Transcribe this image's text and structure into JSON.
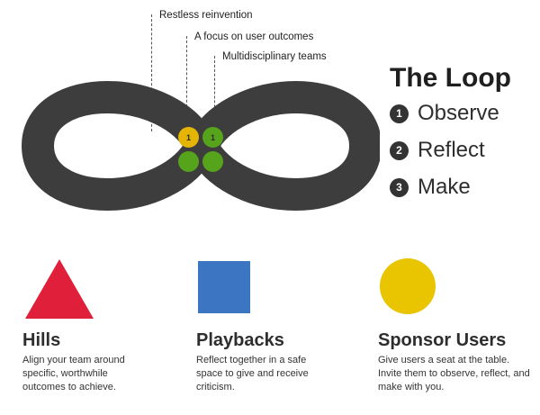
{
  "annotations": [
    {
      "label": "Restless reinvention"
    },
    {
      "label": "A focus on user outcomes"
    },
    {
      "label": "Multidisciplinary teams"
    }
  ],
  "loop": {
    "title": "The Loop",
    "steps": [
      {
        "num": "1",
        "label": "Observe"
      },
      {
        "num": "2",
        "label": "Reflect"
      },
      {
        "num": "3",
        "label": "Make"
      }
    ],
    "dots": [
      {
        "mark": "1"
      },
      {
        "mark": "1"
      },
      {
        "mark": ""
      },
      {
        "mark": ""
      }
    ]
  },
  "keys": [
    {
      "title": "Hills",
      "desc": "Align your team around specific, worthwhile outcomes to achieve."
    },
    {
      "title": "Playbacks",
      "desc": "Reflect together in a safe space to give and receive criticism."
    },
    {
      "title": "Sponsor Users",
      "desc": "Give users a seat at the table. Invite them to observe, reflect, and make with you."
    }
  ],
  "colors": {
    "loop": "#3d3d3d",
    "dot_yellow": "#e5b505",
    "dot_green": "#56a41c",
    "hills_red": "#e01f3b",
    "playbacks_blue": "#3c76c3",
    "sponsor_yellow": "#e9c400",
    "badge_dark": "#333333"
  }
}
